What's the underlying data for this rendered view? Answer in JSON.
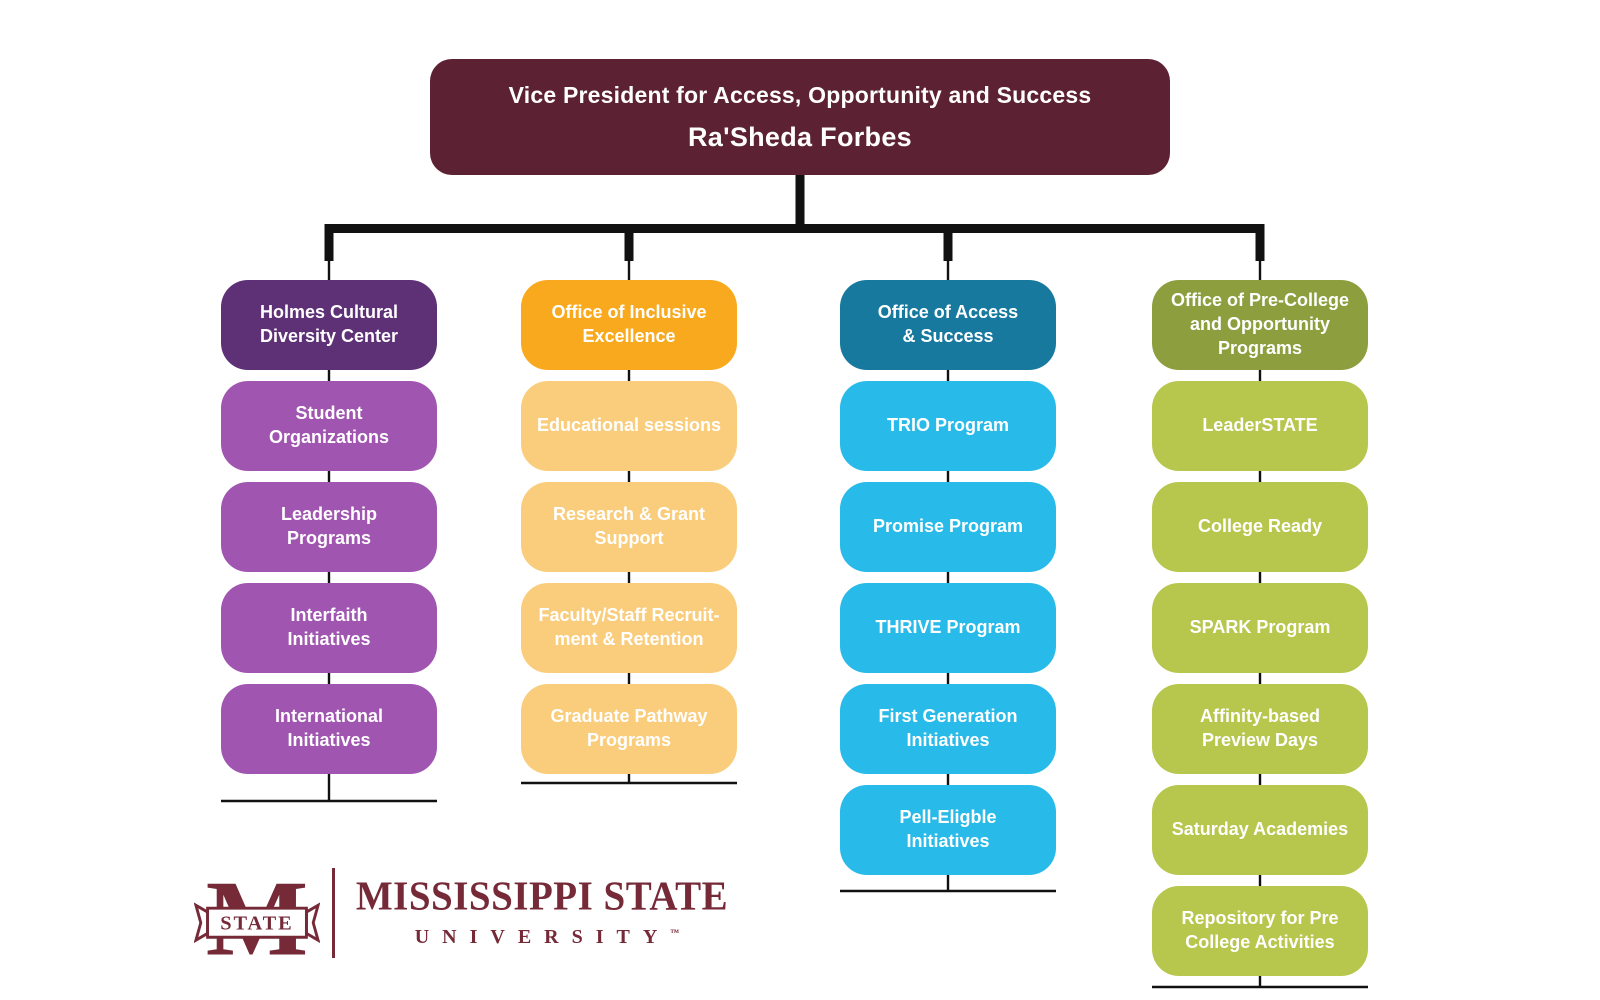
{
  "root": {
    "title": "Vice President for Access, Opportunity and Success",
    "name": "Ra'Sheda Forbes",
    "color": "#5C2233"
  },
  "columns": [
    {
      "header": "Holmes Cultural\nDiversity Center",
      "header_color": "#5E3076",
      "item_color": "#A055B1",
      "items": [
        "Student\nOrganizations",
        "Leadership\nPrograms",
        "Interfaith\nInitiatives",
        "International\nInitiatives"
      ]
    },
    {
      "header": "Office of Inclusive\nExcellence",
      "header_color": "#F8A91D",
      "item_color": "#FACD7D",
      "items": [
        "Educational sessions",
        "Research & Grant\nSupport",
        "Faculty/Staff Recruit-\nment & Retention",
        "Graduate Pathway\nPrograms"
      ]
    },
    {
      "header": "Office of Access\n& Success",
      "header_color": "#17799E",
      "item_color": "#28BAE8",
      "items": [
        "TRIO Program",
        "Promise Program",
        "THRIVE Program",
        "First Generation\nInitiatives",
        "Pell-Eligble\nInitiatives"
      ]
    },
    {
      "header": "Office of Pre-College\nand Opportunity\nPrograms",
      "header_color": "#8C9E3E",
      "item_color": "#B7C74D",
      "items": [
        "LeaderSTATE",
        "College Ready",
        "SPARK Program",
        "Affinity-based\nPreview Days",
        "Saturday Academies",
        "Repository for Pre\nCollege Activities"
      ]
    }
  ],
  "logo": {
    "banner": "STATE",
    "wordmark_line1": "MISSISSIPPI STATE",
    "wordmark_line2": "UNIVERSITY",
    "tm": "™",
    "color": "#762A38"
  },
  "line_color": "#111111"
}
